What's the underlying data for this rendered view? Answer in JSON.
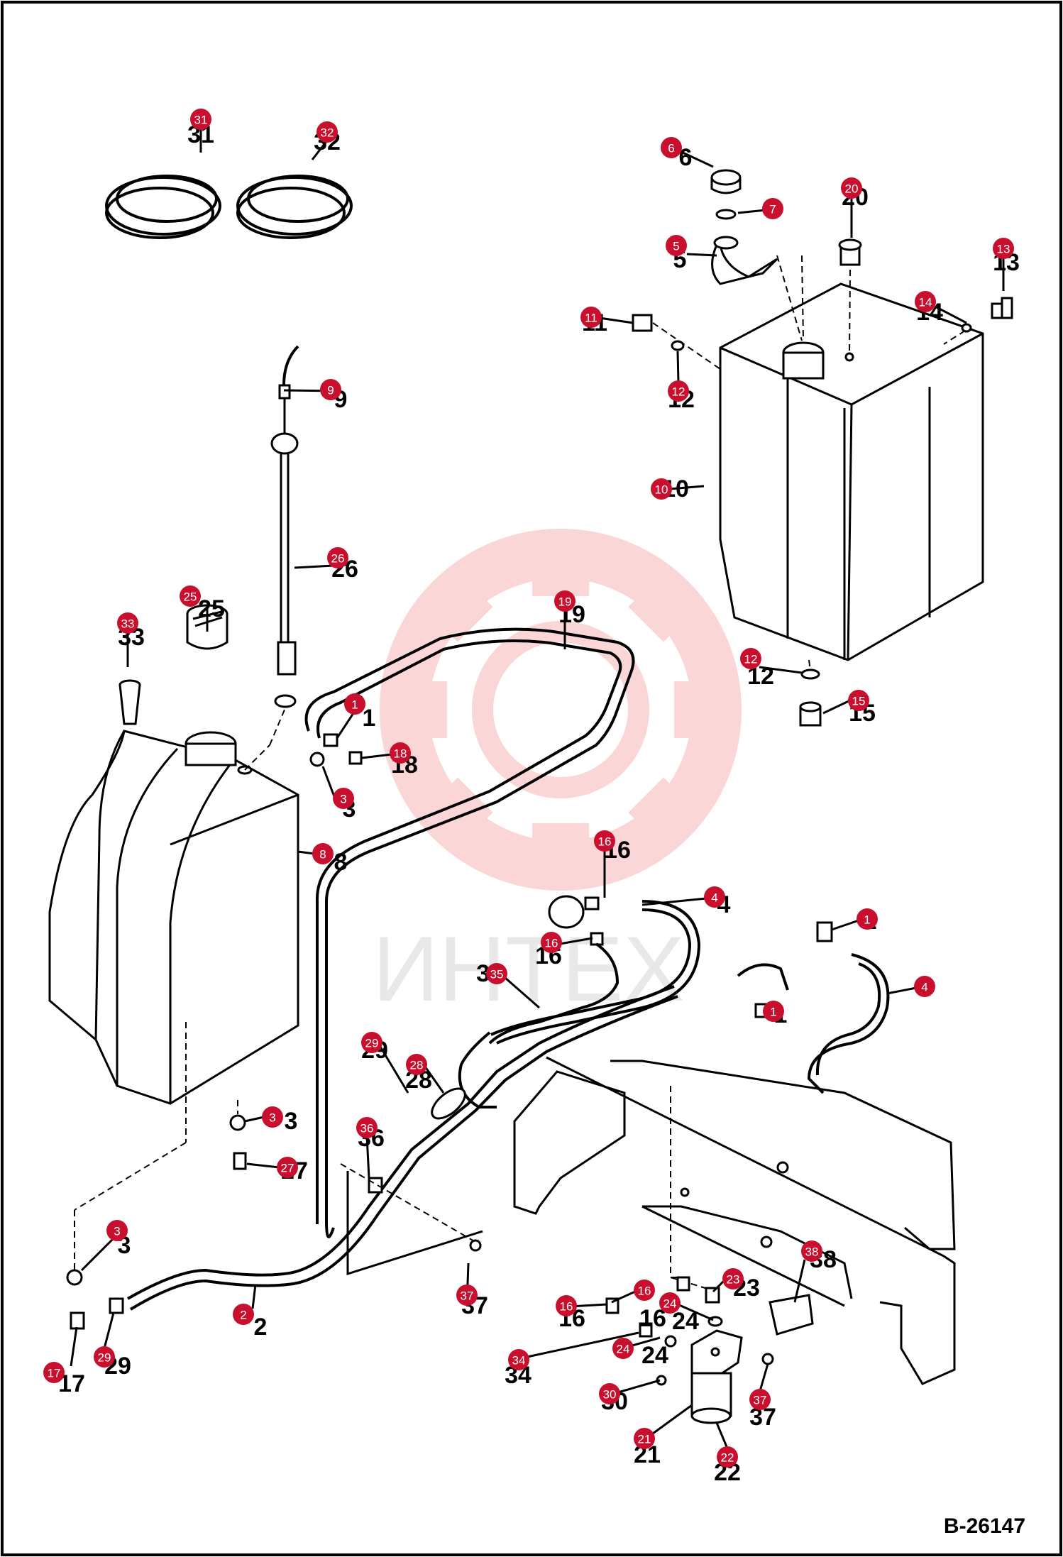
{
  "drawing_number": "B-26147",
  "watermark": "ИНТЕХ",
  "colors": {
    "callout": "#c8102e",
    "watermark": "#f4c2c2",
    "line": "#000000"
  },
  "callouts": [
    {
      "n": "31"
    },
    {
      "n": "32"
    },
    {
      "n": "6"
    },
    {
      "n": "7"
    },
    {
      "n": "5"
    },
    {
      "n": "20"
    },
    {
      "n": "13"
    },
    {
      "n": "14"
    },
    {
      "n": "11"
    },
    {
      "n": "12"
    },
    {
      "n": "9"
    },
    {
      "n": "10"
    },
    {
      "n": "26"
    },
    {
      "n": "19"
    },
    {
      "n": "25"
    },
    {
      "n": "33"
    },
    {
      "n": "12"
    },
    {
      "n": "15"
    },
    {
      "n": "1"
    },
    {
      "n": "18"
    },
    {
      "n": "3"
    },
    {
      "n": "8"
    },
    {
      "n": "16"
    },
    {
      "n": "4"
    },
    {
      "n": "1"
    },
    {
      "n": "16"
    },
    {
      "n": "35"
    },
    {
      "n": "4"
    },
    {
      "n": "1"
    },
    {
      "n": "29"
    },
    {
      "n": "28"
    },
    {
      "n": "3"
    },
    {
      "n": "36"
    },
    {
      "n": "27"
    },
    {
      "n": "3"
    },
    {
      "n": "38"
    },
    {
      "n": "23"
    },
    {
      "n": "16"
    },
    {
      "n": "24"
    },
    {
      "n": "16"
    },
    {
      "n": "37"
    },
    {
      "n": "2"
    },
    {
      "n": "24"
    },
    {
      "n": "34"
    },
    {
      "n": "30"
    },
    {
      "n": "37"
    },
    {
      "n": "29"
    },
    {
      "n": "17"
    },
    {
      "n": "21"
    },
    {
      "n": "22"
    }
  ],
  "labels": [
    {
      "t": "31"
    },
    {
      "t": "32"
    },
    {
      "t": "6"
    },
    {
      "t": "7"
    },
    {
      "t": "5"
    },
    {
      "t": "20"
    },
    {
      "t": "13"
    },
    {
      "t": "14"
    },
    {
      "t": "11"
    },
    {
      "t": "12"
    },
    {
      "t": "9"
    },
    {
      "t": "10"
    },
    {
      "t": "26"
    },
    {
      "t": "19"
    },
    {
      "t": "25"
    },
    {
      "t": "33"
    },
    {
      "t": "12"
    },
    {
      "t": "15"
    },
    {
      "t": "1"
    },
    {
      "t": "18"
    },
    {
      "t": "3"
    },
    {
      "t": "8"
    },
    {
      "t": "16"
    },
    {
      "t": "4"
    },
    {
      "t": "16"
    },
    {
      "t": "35"
    },
    {
      "t": "1"
    },
    {
      "t": "29"
    },
    {
      "t": "28"
    },
    {
      "t": "3"
    },
    {
      "t": "36"
    },
    {
      "t": "27"
    },
    {
      "t": "3"
    },
    {
      "t": "38"
    },
    {
      "t": "23"
    },
    {
      "t": "16"
    },
    {
      "t": "16"
    },
    {
      "t": "24"
    },
    {
      "t": "24"
    },
    {
      "t": "37"
    },
    {
      "t": "2"
    },
    {
      "t": "34"
    },
    {
      "t": "30"
    },
    {
      "t": "37"
    },
    {
      "t": "29"
    },
    {
      "t": "17"
    },
    {
      "t": "21"
    },
    {
      "t": "22"
    },
    {
      "t": "1"
    }
  ]
}
